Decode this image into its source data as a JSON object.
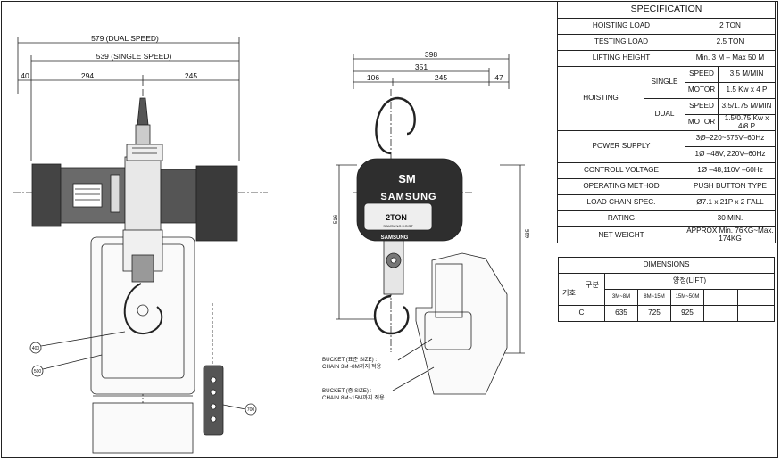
{
  "drawing": {
    "front_view": {
      "dim_dual": "579 (DUAL SPEED)",
      "dim_single": "539 (SINGLE SPEED)",
      "dim_left": "40",
      "dim_mid": "294",
      "dim_right": "245",
      "callout_400": "400",
      "callout_500": "500",
      "callout_700": "700"
    },
    "side_view": {
      "dim_total": "398",
      "dim_inner": "351",
      "dim_a": "106",
      "dim_b": "245",
      "dim_c": "47",
      "dim_height_left": "516",
      "dim_height_right": "635",
      "body_logo": "SM",
      "body_brand": "SAMSUNG",
      "plate_capacity": "2TON",
      "plate_sub": "SAMSUNG HOIST",
      "block_brand": "SAMSUNG",
      "bucket_std_line1": "BUCKET (표준 SIZE) :",
      "bucket_std_line2": "CHAIN 3M~8M까지 적용",
      "bucket_mid_line1": "BUCKET (중 SIZE) :",
      "bucket_mid_line2": "CHAIN 8M~15M까지 적용"
    }
  },
  "spec": {
    "title": "SPECIFICATION",
    "hoisting_load_label": "HOISTING LOAD",
    "hoisting_load_value": "2  TON",
    "testing_load_label": "TESTING LOAD",
    "testing_load_value": "2.5  TON",
    "lifting_height_label": "LIFTING HEIGHT",
    "lifting_height_value": "Min. 3 M  –  Max 50 M",
    "hoisting_label": "HOISTING",
    "single_label": "SINGLE",
    "dual_label": "DUAL",
    "speed_label": "SPEED",
    "motor_label": "MOTOR",
    "single_speed": "3.5  M/MIN",
    "single_motor": "1.5 Kw x 4 P",
    "dual_speed": "3.5/1.75  M/MIN",
    "dual_motor": "1.5/0.75 Kw x 4/8 P",
    "power_supply_label": "POWER SUPPLY",
    "power_supply_3ph": "3Ø–220~575V–60Hz",
    "power_supply_1ph": "1Ø –48V, 220V–60Hz",
    "control_voltage_label": "CONTROLL VOLTAGE",
    "control_voltage_value": "1Ø –48,110V –60Hz",
    "operating_method_label": "OPERATING METHOD",
    "operating_method_value": "PUSH BUTTON TYPE",
    "load_chain_label": "LOAD CHAIN SPEC.",
    "load_chain_value": "Ø7.1 x 21P x 2 FALL",
    "rating_label": "RATING",
    "rating_value": "30 MIN.",
    "net_weight_label": "NET WEIGHT",
    "net_weight_value": "APPROX  Min. 76KG~Max. 174KG"
  },
  "dimensions": {
    "title": "DIMENSIONS",
    "header_gubun": "구분",
    "header_symbol": "기호",
    "header_lift": "양정(LIFT)",
    "columns": [
      "3M~8M",
      "8M~15M",
      "15M~50M",
      "",
      ""
    ],
    "row_symbol": "C",
    "row_values": [
      "635",
      "725",
      "925",
      "",
      ""
    ]
  }
}
